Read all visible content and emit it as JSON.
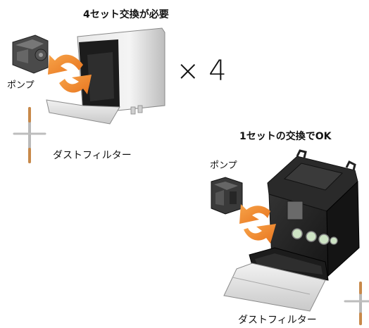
{
  "left_panel": {
    "title": "4セット交換が必要",
    "pump_label": "ポンプ",
    "filter_label": "ダストフィルター",
    "multiplier": "× 4"
  },
  "right_panel": {
    "title": "1セットの交換でOK",
    "pump_label": "ポンプ",
    "filter_label": "ダストフィルター"
  },
  "colors": {
    "arrow_orange": "#F08A2E",
    "unit_black": "#1e1e1e",
    "unit_silver": "#cfcfcf",
    "filter_tip": "#c8894a"
  }
}
